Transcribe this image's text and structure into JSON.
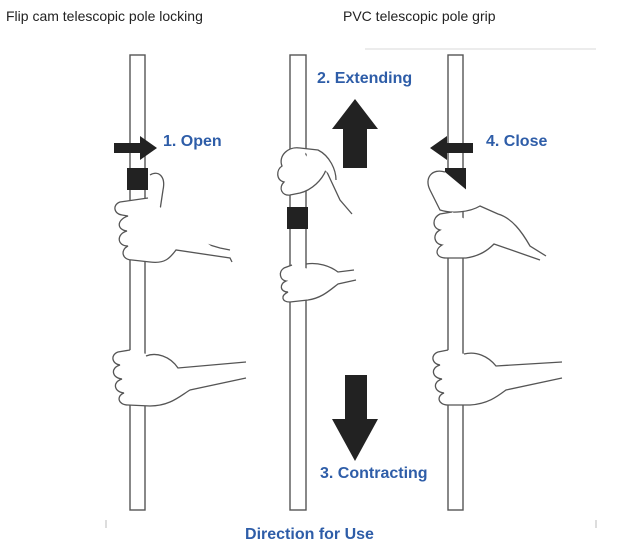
{
  "headers": {
    "left": "Flip cam telescopic pole locking",
    "right": "PVC telescopic pole grip"
  },
  "steps": {
    "open": "1. Open",
    "extending": "2. Extending",
    "contracting": "3. Contracting",
    "close": "4. Close"
  },
  "footer": "Direction for Use",
  "colors": {
    "label": "#2e5da8",
    "stroke": "#555555",
    "dark": "#222222"
  }
}
